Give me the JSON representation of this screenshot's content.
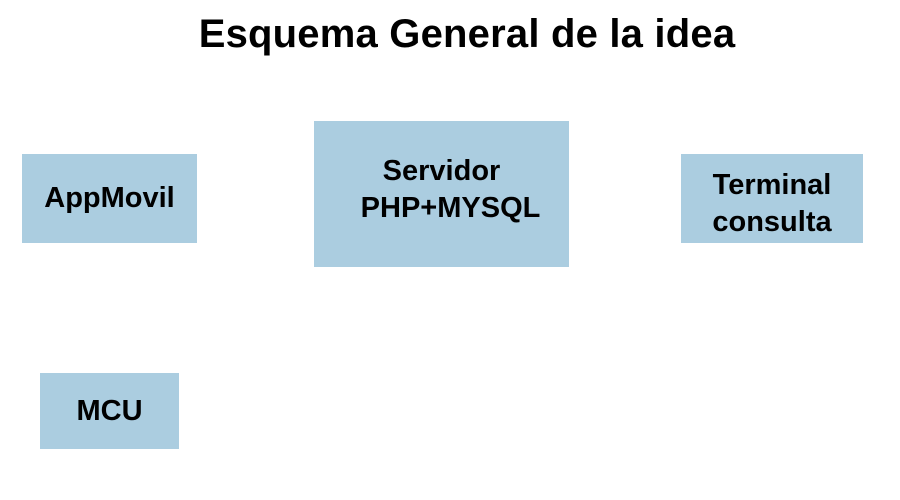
{
  "title": "Esquema General de la idea",
  "nodes": {
    "appmovil": {
      "line1": "AppMovil"
    },
    "servidor": {
      "line1": "Servidor",
      "line2": "PHP+MYSQL"
    },
    "terminal": {
      "line1": "Terminal",
      "line2": "consulta"
    },
    "mcu": {
      "line1": "MCU"
    }
  },
  "colors": {
    "box_fill": "#abcde0",
    "text": "#000000",
    "background": "#ffffff"
  }
}
